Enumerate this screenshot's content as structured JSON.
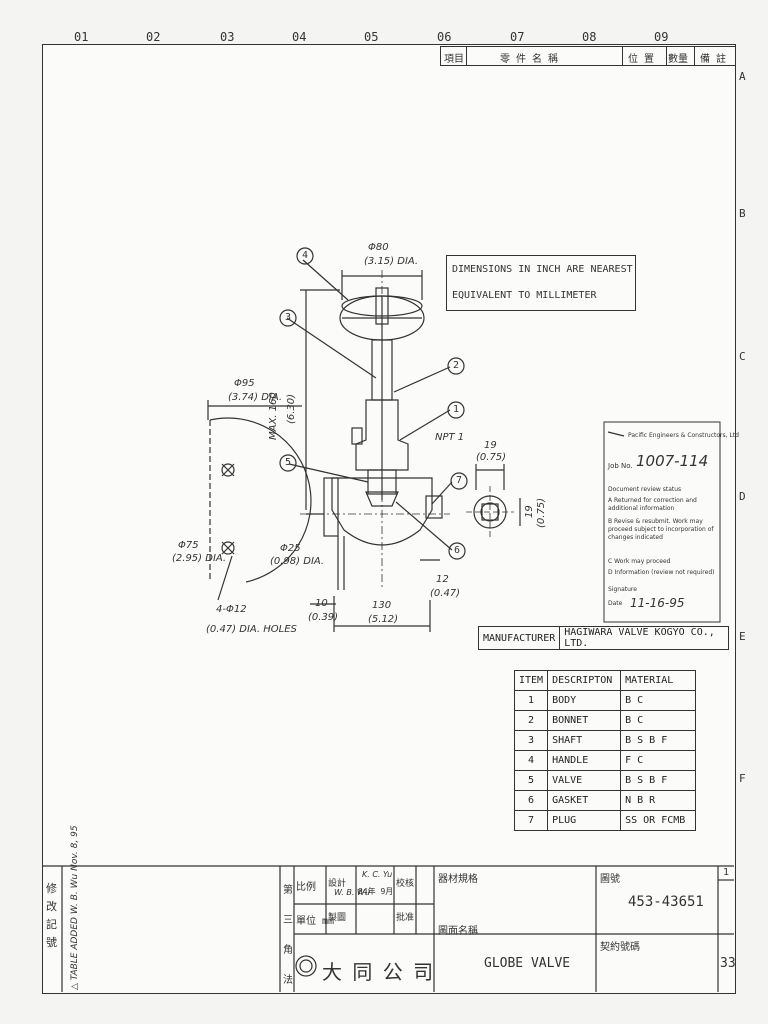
{
  "top_ruler": [
    "01",
    "02",
    "03",
    "04",
    "05",
    "06",
    "07",
    "08",
    "09"
  ],
  "side_ruler": [
    "A",
    "B",
    "C",
    "D",
    "E",
    "F"
  ],
  "header_strip": {
    "item": "項目",
    "part_name": "零 件 名 稱",
    "position": "位 置",
    "quantity": "數量",
    "remarks": "備 註"
  },
  "note": {
    "line1": "DIMENSIONS IN INCH ARE NEAREST",
    "line2": "EQUIVALENT TO MILLIMETER"
  },
  "stamp": {
    "company": "Pacific Engineers & Constructors, Ltd",
    "job_label": "Job No.",
    "job_no": "1007-114",
    "status_title": "Document review status",
    "options": [
      "A    Returned for correction and additional information",
      "B    Revise & resubmit. Work may proceed subject to incorporation of changes indicated",
      "C    Work may proceed",
      "D    Information (review not required)"
    ],
    "signature_label": "Signature",
    "date_label": "Date",
    "date": "11-16-95"
  },
  "manufacturer": {
    "label": "MANUFACTURER",
    "value": "HAGIWARA VALVE KOGYO CO., LTD."
  },
  "parts_table": {
    "headers": [
      "ITEM",
      "DESCRIPTON",
      "MATERIAL"
    ],
    "rows": [
      [
        "1",
        "BODY",
        "B C"
      ],
      [
        "2",
        "BONNET",
        "B C"
      ],
      [
        "3",
        "SHAFT",
        "B S B F"
      ],
      [
        "4",
        "HANDLE",
        "F C"
      ],
      [
        "5",
        "VALVE",
        "B S B F"
      ],
      [
        "6",
        "GASKET",
        "N B R"
      ],
      [
        "7",
        "PLUG",
        "SS OR FCMB"
      ]
    ]
  },
  "dims": {
    "d80": "Φ80",
    "d80_in": "(3.15) DIA.",
    "d95": "Φ95",
    "d95_in": "(3.74) DIA.",
    "max160": "MAX. 160",
    "max160_in": "(6.30)",
    "npt": "NPT 1",
    "d19": "19",
    "d19_in": "(0.75)",
    "d19v": "19",
    "d19v_in": "(0.75)",
    "d75": "Φ75",
    "d75_in": "(2.95) DIA.",
    "d25": "Φ25",
    "d25_in": "(0.98) DIA.",
    "d12": "12",
    "d12_in": "(0.47)",
    "d10": "10",
    "d10_in": "(0.39)",
    "d130": "130",
    "d130_in": "(5.12)",
    "holes": "4-Φ12",
    "holes_in": "(0.47) DIA. HOLES"
  },
  "balloons": [
    "1",
    "2",
    "3",
    "4",
    "5",
    "6",
    "7"
  ],
  "title_block": {
    "revision_label": "修 改 記 號",
    "revision_note": "△ TABLE ADDED  W. B. Wu  Nov. 8, 95",
    "third_angle": "第 三 角 法",
    "scale_label": "比例",
    "unit_label": "單位 mm",
    "design": "設計",
    "drawn": "製圖",
    "check": "校核",
    "approve": "批准",
    "designer": "W. B. Wu",
    "checker": "K. C. Yu",
    "year": "84年 9月",
    "spec_label": "器材規格",
    "drawing_name_label": "圖面名稱",
    "drawing_name": "GLOBE VALVE",
    "company": "大 同 公 司",
    "drawing_no_label": "圖號",
    "drawing_no": "453-43651",
    "contract_label": "契約號碼",
    "sheet_no": "1",
    "page": "33"
  }
}
